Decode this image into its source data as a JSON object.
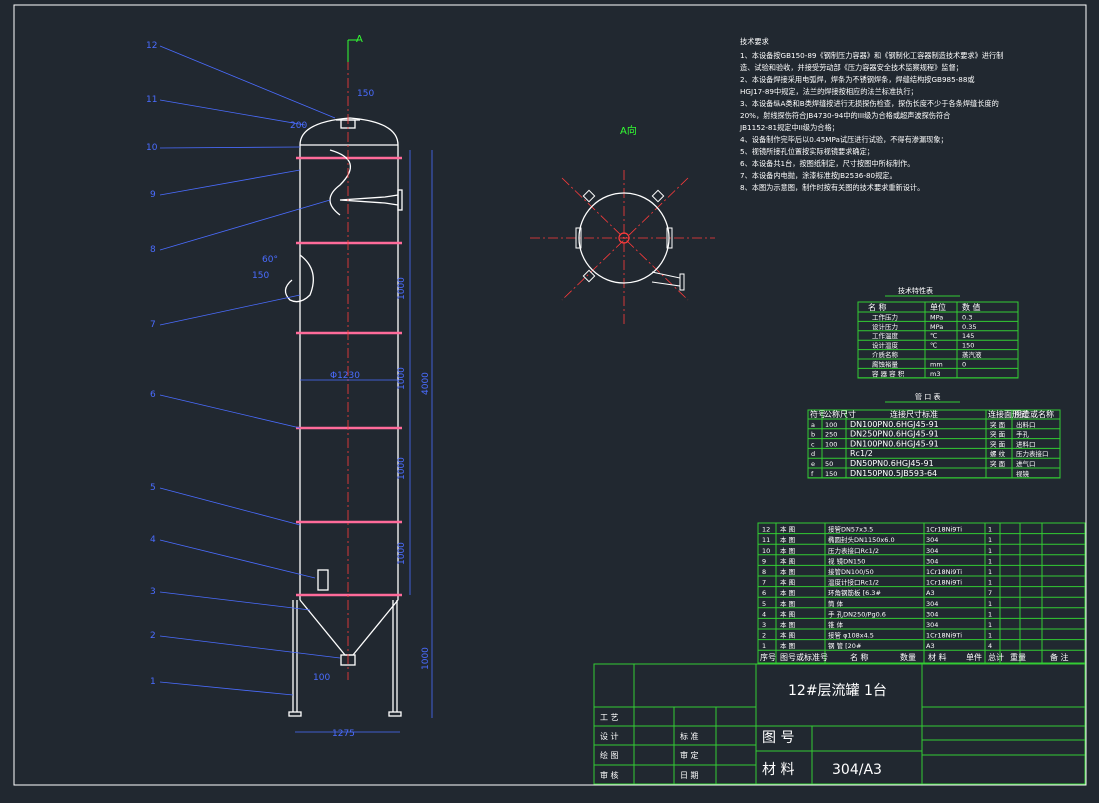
{
  "view_label": "A",
  "view_title": "A向",
  "dimensions": {
    "top_nozzle": "150",
    "head_height": "200",
    "diameter": "Φ1230",
    "side_angle": "60°",
    "side_150": "150",
    "leg_span": "1275",
    "seg1": "1000",
    "seg2": "1000",
    "seg3": "1000",
    "seg4": "1000",
    "total": "4000",
    "leg": "1000",
    "cone_bottom": "100"
  },
  "part_callouts": [
    "12",
    "11",
    "10",
    "9",
    "8",
    "7",
    "6",
    "5",
    "4",
    "3",
    "2",
    "1"
  ],
  "notes_title": "技术要求",
  "notes": [
    "1、本设备按GB150-89《钢制压力容器》和《钢制化工容器制造技术要求》进行制",
    "造、试验和验收，并接受劳动部《压力容器安全技术监察规程》监督；",
    "2、本设备焊接采用电弧焊，焊条为不锈钢焊条，焊缝结构按GB985-88或",
    "HGJ17-89中规定，法兰的焊接按相应的法兰标准执行；",
    "3、本设备纵A类和B类焊缝按进行无损探伤检查，探伤长度不少于各条焊缝长度的",
    "20%，射线探伤符合JB4730-94中的III级为合格或超声波探伤符合",
    "JB1152-81规定中II级为合格；",
    "4、设备制作完毕后以0.45MPa试压进行试验，不得有渗漏现象；",
    "5、视镜所接孔位置按实际视镜要求确定；",
    "6、本设备共1台，按图纸制定，尺寸按图中所标制作。",
    "7、本设备内电抛，涂漆标准按JB2536-80规定。",
    "8、本图为示意图，制作时按有关图的技术要求重新设计。"
  ],
  "tech_table": {
    "title": "技术特性表",
    "headers": [
      "名 称",
      "单位",
      "数 值"
    ],
    "rows": [
      [
        "工作压力",
        "MPa",
        "0.3"
      ],
      [
        "设计压力",
        "MPa",
        "0.35"
      ],
      [
        "工作温度",
        "℃",
        "145"
      ],
      [
        "设计温度",
        "℃",
        "150"
      ],
      [
        "介质名称",
        "",
        "蒸汽液"
      ],
      [
        "腐蚀裕量",
        "mm",
        "0"
      ],
      [
        "容 器 容 积",
        "m3",
        ""
      ]
    ]
  },
  "nozzle_table": {
    "title": "管 口 表",
    "headers": [
      "符号",
      "公称尺寸",
      "连接尺寸标准",
      "连接面形式",
      "用途或名称"
    ],
    "rows": [
      [
        "a",
        "100",
        "DN100PN0.6HGJ45-91",
        "突 面",
        "出料口"
      ],
      [
        "b",
        "250",
        "DN250PN0.6HGJ45-91",
        "突 面",
        "手孔"
      ],
      [
        "c",
        "100",
        "DN100PN0.6HGJ45-91",
        "突 面",
        "进料口"
      ],
      [
        "d",
        "",
        "Rc1/2",
        "螺 纹",
        "压力表接口"
      ],
      [
        "e",
        "50",
        "DN50PN0.6HGJ45-91",
        "突 面",
        "进气口"
      ],
      [
        "f",
        "150",
        "DN150PN0.5JB593-64",
        "",
        "视镜"
      ]
    ]
  },
  "bom": {
    "header": [
      "序号",
      "图号或标准号",
      "名 称",
      "数量",
      "材 料",
      "单件",
      "总计",
      "重量",
      "备 注"
    ],
    "rows": [
      [
        "12",
        "本 图",
        "接管DN57x3.5",
        "1Cr18Ni9Ti",
        "1"
      ],
      [
        "11",
        "本 图",
        "椭圆封头DN1150x6.0",
        "304",
        "1"
      ],
      [
        "10",
        "本 图",
        "压力表接口Rc1/2",
        "304",
        "1"
      ],
      [
        "9",
        "本 图",
        "视 镜DN150",
        "304",
        "1"
      ],
      [
        "8",
        "本 图",
        "接管DN100/50",
        "1Cr18Ni9Ti",
        "1"
      ],
      [
        "7",
        "本 图",
        "温度计接口Rc1/2",
        "1Cr18Ni9Ti",
        "1"
      ],
      [
        "6",
        "本 图",
        "环角钢筋板 [6.3#",
        "A3",
        "7"
      ],
      [
        "5",
        "本 图",
        "筒 体",
        "304",
        "1"
      ],
      [
        "4",
        "本 图",
        "手 孔DN250/Pg0.6",
        "304",
        "1"
      ],
      [
        "3",
        "本 图",
        "锥 体",
        "304",
        "1"
      ],
      [
        "2",
        "本 图",
        "接管 φ108x4.5",
        "1Cr18Ni9Ti",
        "1"
      ],
      [
        "1",
        "本 图",
        "钢 管 [20#",
        "A3",
        "4"
      ]
    ]
  },
  "title_block": {
    "project": "12#层流罐 1台",
    "row_labels": [
      "设 计",
      "绘 图",
      "审 核",
      "工 艺"
    ],
    "mid_labels": [
      "标 准",
      "审 定",
      "",
      "日 期"
    ],
    "drawing_no_label": "图 号",
    "material_label": "材 料",
    "material_value": "304/A3"
  },
  "colors": {
    "background": "#212830",
    "drawing": "#ffffff",
    "dimension": "#4a6cff",
    "center": "#ff3b3b",
    "table": "#33cc33"
  }
}
